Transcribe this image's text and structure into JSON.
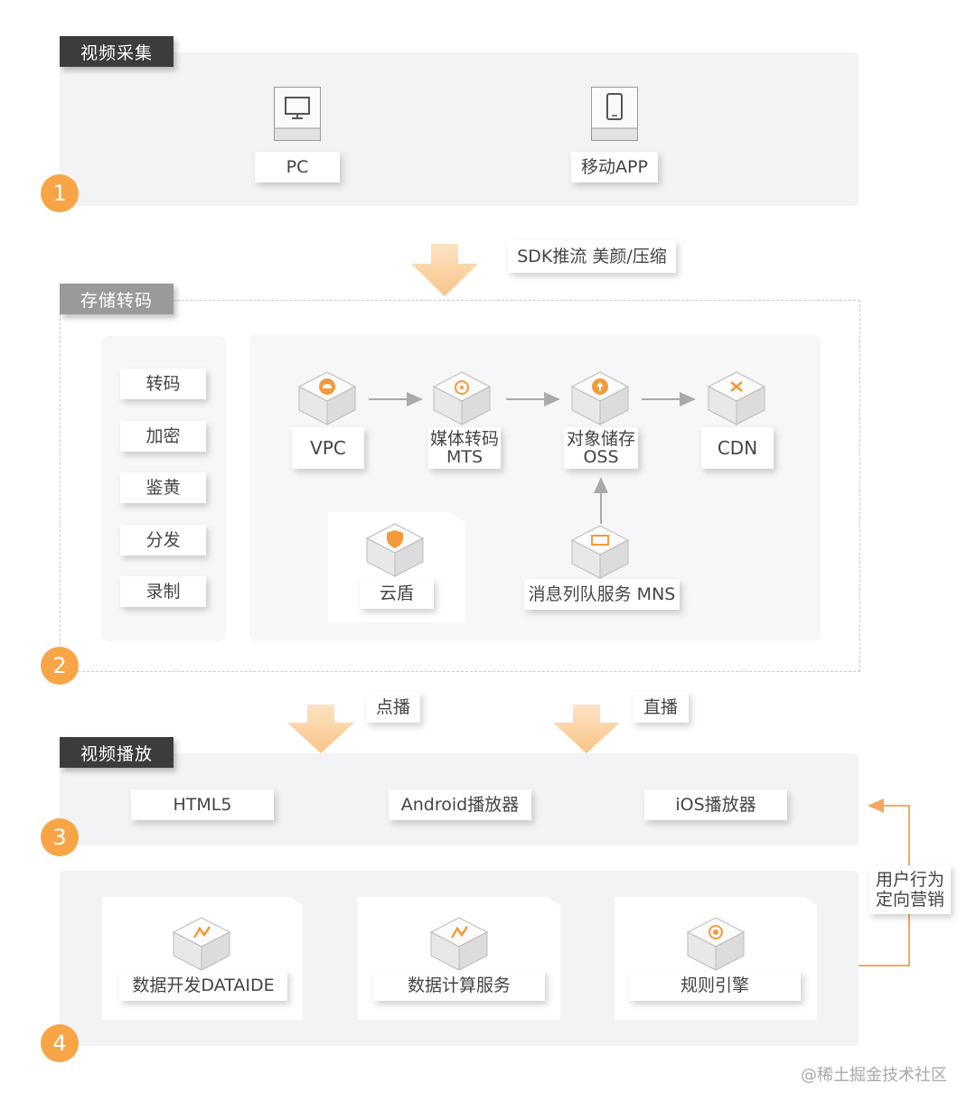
{
  "sections": {
    "capture": {
      "title": "视频采集",
      "number": "1"
    },
    "storage": {
      "title": "存储转码",
      "number": "2"
    },
    "playback": {
      "title": "视频播放",
      "number": "3"
    },
    "data": {
      "number": "4"
    }
  },
  "capture_devices": {
    "pc": "PC",
    "mobile": "移动APP"
  },
  "sdk_label": "SDK推流 美颜/压缩",
  "storage_features": [
    "转码",
    "加密",
    "鉴黄",
    "分发",
    "录制"
  ],
  "storage_nodes": {
    "vpc": "VPC",
    "mts": [
      "媒体转码",
      "MTS"
    ],
    "oss": [
      "对象储存",
      "OSS"
    ],
    "cdn": "CDN",
    "shield": "云盾",
    "mns": "消息列队服务 MNS"
  },
  "delivery": {
    "vod": "点播",
    "live": "直播"
  },
  "players": [
    "HTML5",
    "Android播放器",
    "iOS播放器"
  ],
  "data_nodes": [
    "数据开发DATAIDE",
    "数据计算服务",
    "规则引擎"
  ],
  "feedback": [
    "用户行为",
    "定向营销"
  ],
  "watermark": "@稀土掘金技术社区",
  "colors": {
    "accent": "#f7a546",
    "dark_tag": "#3c3c3e",
    "grey_tag": "#9a9a9c"
  }
}
